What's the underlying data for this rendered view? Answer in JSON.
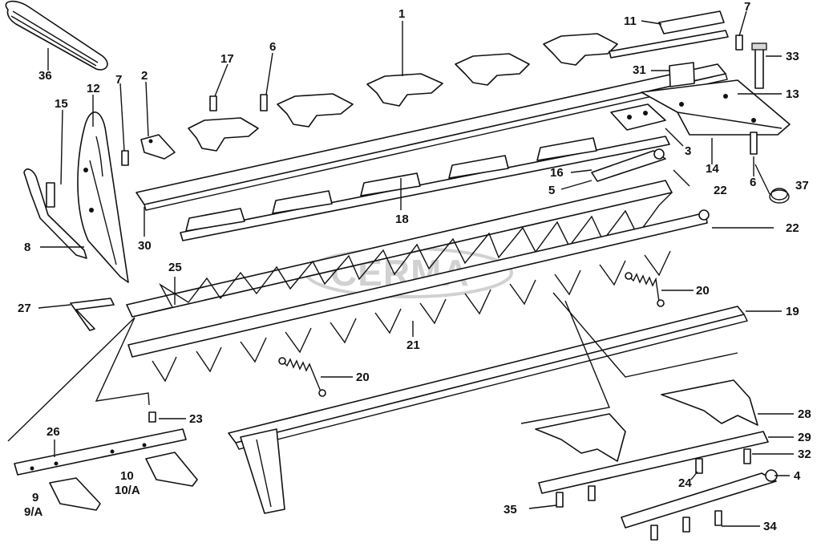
{
  "watermark": "CERMA",
  "callouts": [
    {
      "text": "1"
    },
    {
      "text": "11"
    },
    {
      "text": "7"
    },
    {
      "text": "33"
    },
    {
      "text": "17"
    },
    {
      "text": "6"
    },
    {
      "text": "36"
    },
    {
      "text": "12"
    },
    {
      "text": "7"
    },
    {
      "text": "2"
    },
    {
      "text": "31"
    },
    {
      "text": "13"
    },
    {
      "text": "15"
    },
    {
      "text": "3"
    },
    {
      "text": "14"
    },
    {
      "text": "16"
    },
    {
      "text": "6"
    },
    {
      "text": "37"
    },
    {
      "text": "5"
    },
    {
      "text": "22"
    },
    {
      "text": "8"
    },
    {
      "text": "18"
    },
    {
      "text": "30"
    },
    {
      "text": "22"
    },
    {
      "text": "25"
    },
    {
      "text": "20"
    },
    {
      "text": "27"
    },
    {
      "text": "19"
    },
    {
      "text": "21"
    },
    {
      "text": "20"
    },
    {
      "text": "23"
    },
    {
      "text": "28"
    },
    {
      "text": "26"
    },
    {
      "text": "29"
    },
    {
      "text": "32"
    },
    {
      "text": "10"
    },
    {
      "text": "10/A"
    },
    {
      "text": "24"
    },
    {
      "text": "4"
    },
    {
      "text": "9"
    },
    {
      "text": "9/A"
    },
    {
      "text": "35"
    },
    {
      "text": "34"
    }
  ]
}
